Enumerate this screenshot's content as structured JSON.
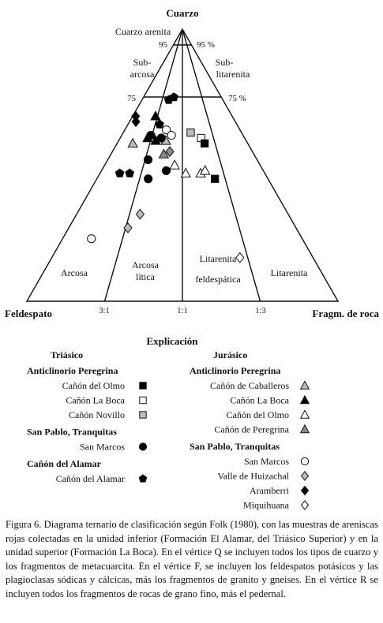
{
  "vertices": {
    "q": "Cuarzo",
    "f": "Feldespato",
    "r": "Fragm. de roca"
  },
  "ternary_lines": {
    "q95": "95",
    "q95pct": "95 %",
    "q75": "75",
    "q75pct": "75 %",
    "ratio_3_1": "3:1",
    "ratio_1_1": "1:1",
    "ratio_1_3": "1:3"
  },
  "fields": {
    "cuarzo_arenita": "Cuarzo arenita",
    "subarcosa_1": "Sub-",
    "subarcosa_2": "arcosa",
    "sublitarenita_1": "Sub-",
    "sublitarenita_2": "litarenita",
    "arcosa": "Arcosa",
    "arcosa_litica_1": "Arcosa",
    "arcosa_litica_2": "lítica",
    "litarenita_feld_1": "Litarenita",
    "litarenita_feld_2": "feldespática",
    "litarenita": "Litarenita"
  },
  "legend": {
    "title": "Explicación",
    "triasico": {
      "title": "Triásico",
      "groups": [
        {
          "header": "Anticlinorio Peregrina",
          "items": [
            {
              "label": "Cañón del Olmo",
              "symbol": "square",
              "fill": "#000000"
            },
            {
              "label": "Cañón La Boca",
              "symbol": "square",
              "fill": "#ffffff"
            },
            {
              "label": "Cañón Novillo",
              "symbol": "square",
              "fill": "#bdbdbd"
            }
          ]
        },
        {
          "header": "San Pablo, Tranquitas",
          "items": [
            {
              "label": "San Marcos",
              "symbol": "circle",
              "fill": "#000000"
            }
          ]
        },
        {
          "header": "Cañón del Alamar",
          "items": [
            {
              "label": "Cañón del Alamar",
              "symbol": "pentagon",
              "fill": "#000000"
            }
          ]
        }
      ]
    },
    "jurasico": {
      "title": "Jurásico",
      "groups": [
        {
          "header": "Anticlinorio Peregrina",
          "items": [
            {
              "label": "Cañón de Caballeros",
              "symbol": "triangle",
              "fill": "#bdbdbd"
            },
            {
              "label": "Cañón La Boca",
              "symbol": "triangle",
              "fill": "#000000"
            },
            {
              "label": "Cañón del Olmo",
              "symbol": "triangle",
              "fill": "#ffffff"
            },
            {
              "label": "Cañón de Peregrina",
              "symbol": "triangle",
              "fill": "#8a8a8a"
            }
          ]
        },
        {
          "header": "San Pablo, Tranquitas",
          "items": [
            {
              "label": "San Marcos",
              "symbol": "circle",
              "fill": "#ffffff"
            },
            {
              "label": "Valle de Huizachal",
              "symbol": "diamond",
              "fill": "#bdbdbd"
            },
            {
              "label": "Aramberri",
              "symbol": "diamond",
              "fill": "#000000"
            },
            {
              "label": "Miquihuana",
              "symbol": "diamond",
              "fill": "#ffffff"
            }
          ]
        }
      ]
    }
  },
  "samples": [
    {
      "symbol": "pentagon",
      "fill": "#000000",
      "q": 0.75,
      "f_ratio": 0.39
    },
    {
      "symbol": "pentagon",
      "fill": "#000000",
      "q": 0.74,
      "f_ratio": 0.33
    },
    {
      "symbol": "pentagon",
      "fill": "#000000",
      "q": 0.65,
      "f_ratio": 0.29
    },
    {
      "symbol": "pentagon",
      "fill": "#000000",
      "q": 0.47,
      "f_ratio": 0.12
    },
    {
      "symbol": "pentagon",
      "fill": "#000000",
      "q": 0.47,
      "f_ratio": 0.18
    },
    {
      "symbol": "triangle",
      "fill": "#000000",
      "q": 0.68,
      "f_ratio": 0.23
    },
    {
      "symbol": "triangle",
      "fill": "#000000",
      "q": 0.6,
      "f_ratio": 0.22
    },
    {
      "symbol": "triangle",
      "fill": "#000000",
      "q": 0.59,
      "f_ratio": 0.29
    },
    {
      "symbol": "triangle",
      "fill": "#bdbdbd",
      "q": 0.58,
      "f_ratio": 0.12
    },
    {
      "symbol": "triangle",
      "fill": "#bdbdbd",
      "q": 0.59,
      "f_ratio": 0.37
    },
    {
      "symbol": "triangle",
      "fill": "#8a8a8a",
      "q": 0.54,
      "f_ratio": 0.37
    },
    {
      "symbol": "triangle",
      "fill": "#ffffff",
      "q": 0.5,
      "f_ratio": 0.45
    },
    {
      "symbol": "triangle",
      "fill": "#ffffff",
      "q": 0.47,
      "f_ratio": 0.52
    },
    {
      "symbol": "triangle",
      "fill": "#ffffff",
      "q": 0.47,
      "f_ratio": 0.61
    },
    {
      "symbol": "triangle",
      "fill": "#ffffff",
      "q": 0.48,
      "f_ratio": 0.64
    },
    {
      "symbol": "circle",
      "fill": "#000000",
      "q": 0.61,
      "f_ratio": 0.24
    },
    {
      "symbol": "circle",
      "fill": "#000000",
      "q": 0.6,
      "f_ratio": 0.33
    },
    {
      "symbol": "circle",
      "fill": "#000000",
      "q": 0.52,
      "f_ratio": 0.27
    },
    {
      "symbol": "circle",
      "fill": "#000000",
      "q": 0.48,
      "f_ratio": 0.4
    },
    {
      "symbol": "circle",
      "fill": "#000000",
      "q": 0.45,
      "f_ratio": 0.3
    },
    {
      "symbol": "circle",
      "fill": "#ffffff",
      "q": 0.63,
      "f_ratio": 0.36
    },
    {
      "symbol": "circle",
      "fill": "#ffffff",
      "q": 0.61,
      "f_ratio": 0.41
    },
    {
      "symbol": "circle",
      "fill": "#ffffff",
      "q": 0.23,
      "f_ratio": 0.12
    },
    {
      "symbol": "square",
      "fill": "#bdbdbd",
      "q": 0.62,
      "f_ratio": 0.57
    },
    {
      "symbol": "square",
      "fill": "#ffffff",
      "q": 0.6,
      "f_ratio": 0.65
    },
    {
      "symbol": "square",
      "fill": "#000000",
      "q": 0.58,
      "f_ratio": 0.67
    },
    {
      "symbol": "square",
      "fill": "#000000",
      "q": 0.45,
      "f_ratio": 0.69
    },
    {
      "symbol": "diamond",
      "fill": "#000000",
      "q": 0.68,
      "f_ratio": 0.03
    },
    {
      "symbol": "diamond",
      "fill": "#000000",
      "q": 0.66,
      "f_ratio": 0.06
    },
    {
      "symbol": "diamond",
      "fill": "#8a8a8a",
      "q": 0.55,
      "f_ratio": 0.41
    },
    {
      "symbol": "diamond",
      "fill": "#bdbdbd",
      "q": 0.32,
      "f_ratio": 0.3
    },
    {
      "symbol": "diamond",
      "fill": "#bdbdbd",
      "q": 0.27,
      "f_ratio": 0.26
    },
    {
      "symbol": "diamond",
      "fill": "#ffffff",
      "q": 0.16,
      "f_ratio": 0.72
    }
  ],
  "caption": "Figura 6. Diagrama ternario de clasificación según Folk (1980), con las muestras de areniscas rojas colectadas en la unidad inferior (Formación El Alamar, del Triásico Superior) y en la unidad superior (Formación La Boca). En el vértice Q se incluyen todos los tipos de cuarzo y los fragmentos de metacuarcita. En el vértice F, se incluyen los feldespatos potásicos y las plagioclasas sódicas y cálcicas, más los fragmentos de granito y gneises. En el vértice R se incluyen todos los fragmentos de rocas de grano fino, más el pedernal."
}
